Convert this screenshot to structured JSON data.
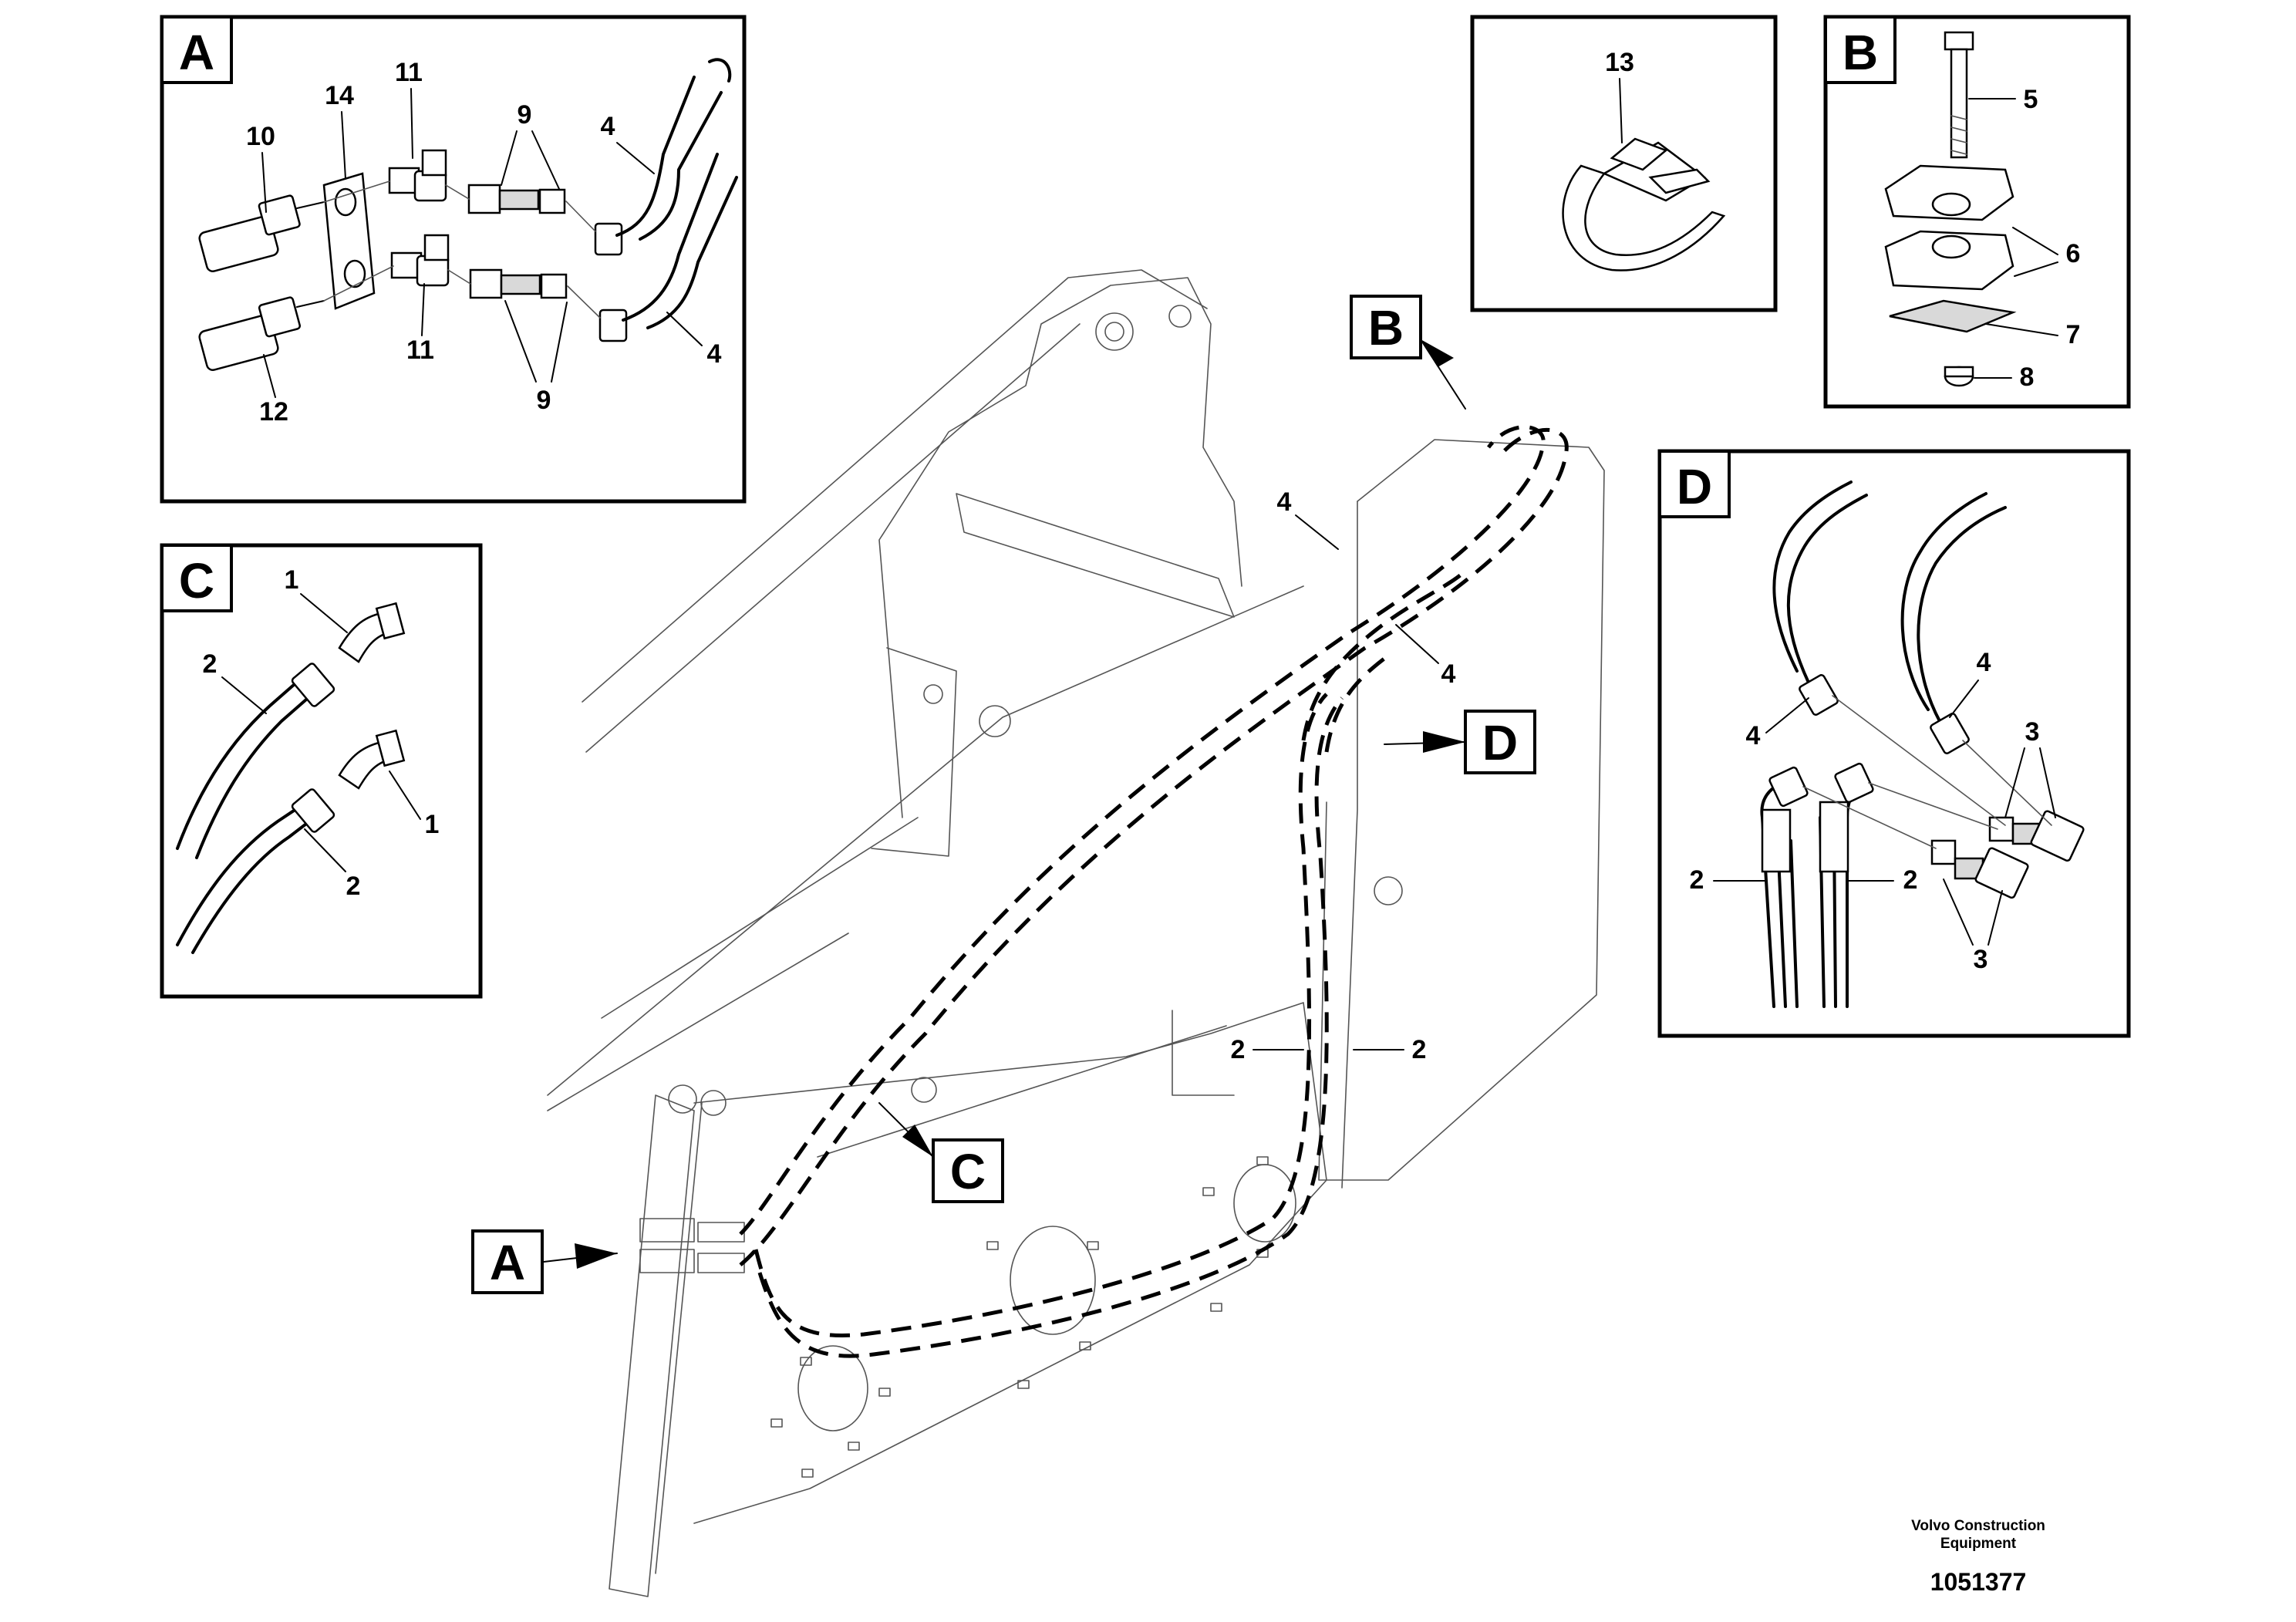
{
  "detail_tags": {
    "a": "A",
    "b": "B",
    "c": "C",
    "d": "D"
  },
  "part_numbers": {
    "p1": "1",
    "p2": "2",
    "p3": "3",
    "p4": "4",
    "p5": "5",
    "p6": "6",
    "p7": "7",
    "p8": "8",
    "p9": "9",
    "p10": "10",
    "p11": "11",
    "p12": "12",
    "p13": "13",
    "p14": "14"
  },
  "footer": {
    "brand_line1": "Volvo Construction",
    "brand_line2": "Equipment",
    "drawing_number": "1051377"
  }
}
